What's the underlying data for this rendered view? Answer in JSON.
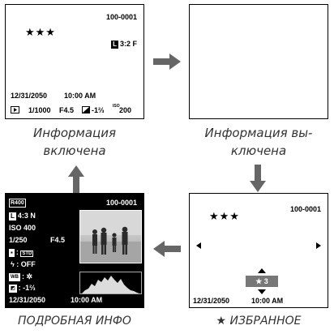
{
  "screen_info_on": {
    "frame_number": "100-0001",
    "rating_stars": "★★★",
    "size_badge": "L",
    "aspect": "3:2 F",
    "date": "12/31/2050",
    "time": "10:00 AM",
    "shutter": "1/1000",
    "aperture": "F4.5",
    "exposure_comp": "-1⅔",
    "iso_super": "ISO",
    "iso_value": "200"
  },
  "captions": {
    "info_on": "Информация включена",
    "info_off": "Информация вы-ключена",
    "detailed": "ПОДРОБНАЯ ИНФО",
    "favorites": "★ ИЗБРАННОЕ"
  },
  "screen_detailed": {
    "raw_badge": "R400",
    "frame_number": "100-0001",
    "size_badge": "L",
    "size_value": "4:3 N",
    "iso": "ISO 400",
    "shutter": "1/250",
    "aperture": "F4.5",
    "film_label": ":",
    "film_value": "STD",
    "flash_value": ": OFF",
    "wb_badge": "WB",
    "wb_value": ":",
    "ec_value": ": -1⅔",
    "date": "12/31/2050",
    "time": "10:00 AM"
  },
  "screen_favorites": {
    "frame_number": "100-0001",
    "rating_stars": "★★★",
    "rating_value": "★ 3",
    "date": "12/31/2050",
    "time": "10:00 AM"
  }
}
